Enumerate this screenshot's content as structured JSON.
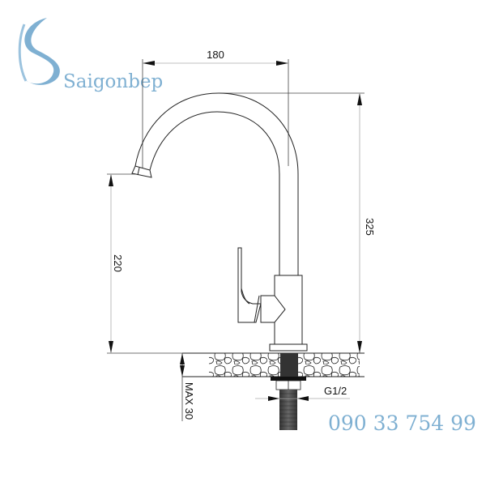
{
  "brand": {
    "name": "Saigonbep",
    "phone": "090 33 754 99",
    "color": "#7fb0d2"
  },
  "drawing": {
    "subject": "kitchen faucet technical dimension drawing",
    "line_color": "#222222",
    "dimensions": {
      "spout_reach": "180",
      "total_height": "325",
      "spout_height": "220",
      "max_countertop_thickness": "MAX 30",
      "thread_size": "G1/2"
    }
  }
}
